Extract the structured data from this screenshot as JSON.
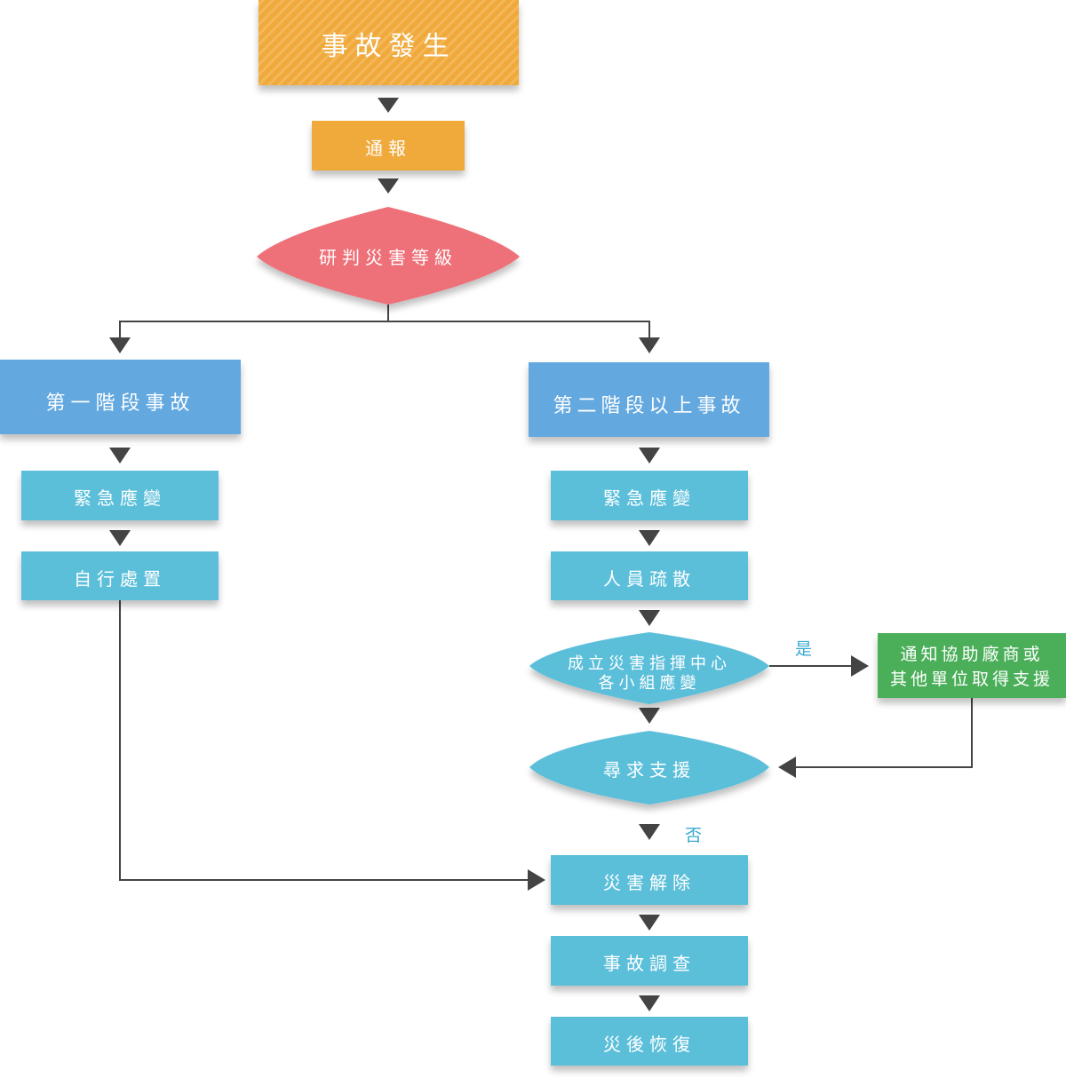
{
  "colors": {
    "orange": "#f0a93a",
    "orange_stripe": "#f5bf5e",
    "red_diamond": "#ee6f78",
    "blue_box": "#63a8df",
    "cyan_box": "#5bbfda",
    "green_box": "#4caf5a",
    "line": "#444444",
    "edge_label": "#39a9cf"
  },
  "nodes": {
    "accident_occurs": "事故發生",
    "report": "通報",
    "assess_level": "研判災害等級",
    "stage_one": "第一階段事故",
    "stage_two_plus": "第二階段以上事故",
    "left_emergency": "緊急應變",
    "self_handling": "自行處置",
    "right_emergency": "緊急應變",
    "evacuation": "人員疏散",
    "command_center_line1": "成立災害指揮中心",
    "command_center_line2": "各小組應變",
    "notify_line1": "通知協助廠商或",
    "notify_line2": "其他單位取得支援",
    "seek_support": "尋求支援",
    "disaster_cleared": "災害解除",
    "investigation": "事故調查",
    "recovery": "災後恢復"
  },
  "edge_labels": {
    "yes": "是",
    "no": "否"
  }
}
